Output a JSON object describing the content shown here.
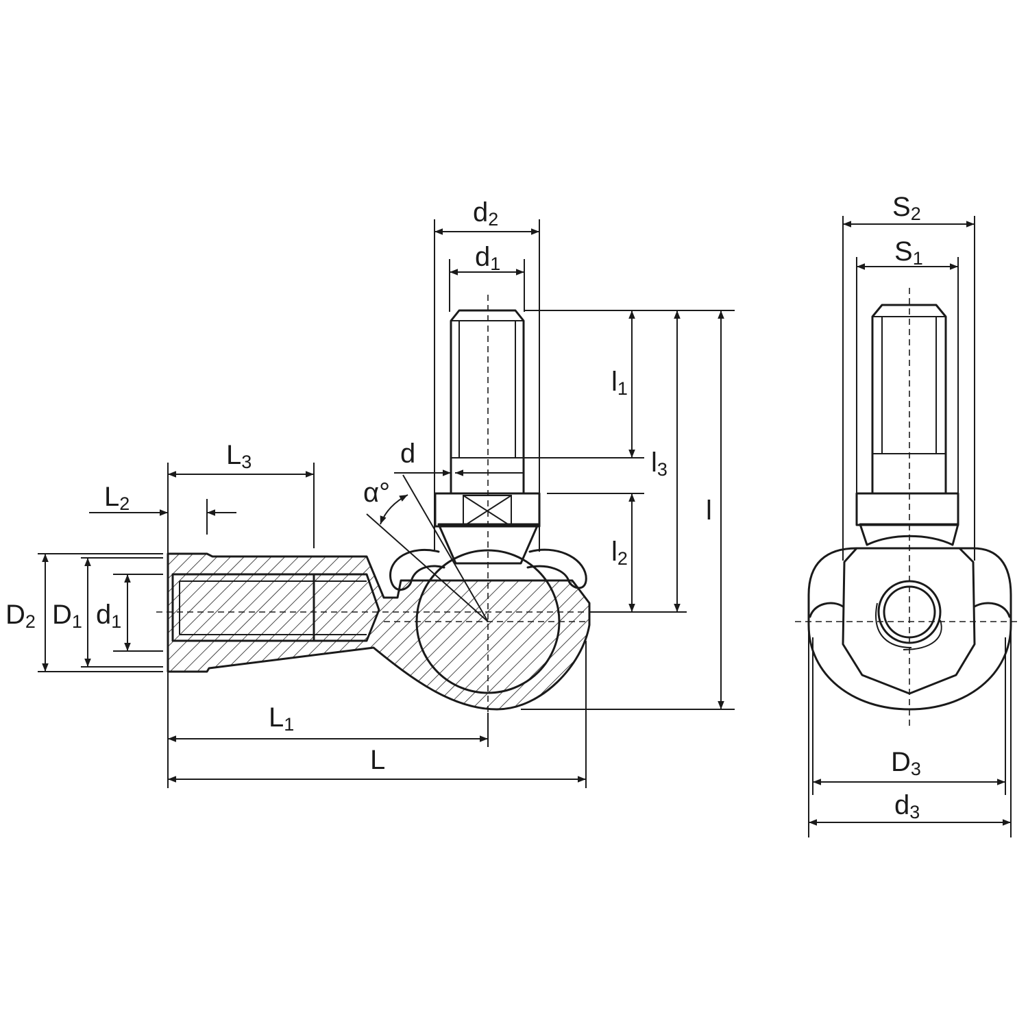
{
  "labels": {
    "d2_main": {
      "base": "d",
      "sub": "2"
    },
    "d1_top": {
      "base": "d",
      "sub": "1"
    },
    "d_ball": {
      "base": "d",
      "sub": ""
    },
    "alpha": {
      "base": "α°",
      "sub": ""
    },
    "L3": {
      "base": "L",
      "sub": "3"
    },
    "L2": {
      "base": "L",
      "sub": "2"
    },
    "D2": {
      "base": "D",
      "sub": "2"
    },
    "D1": {
      "base": "D",
      "sub": "1"
    },
    "d1_left": {
      "base": "d",
      "sub": "1"
    },
    "l1": {
      "base": "l",
      "sub": "1"
    },
    "l3": {
      "base": "l",
      "sub": "3"
    },
    "l": {
      "base": "l",
      "sub": ""
    },
    "l2": {
      "base": "l",
      "sub": "2"
    },
    "L1": {
      "base": "L",
      "sub": "1"
    },
    "L": {
      "base": "L",
      "sub": ""
    },
    "S2": {
      "base": "S",
      "sub": "2"
    },
    "S1": {
      "base": "S",
      "sub": "1"
    },
    "D3": {
      "base": "D",
      "sub": "3"
    },
    "d3": {
      "base": "d",
      "sub": "3"
    }
  }
}
